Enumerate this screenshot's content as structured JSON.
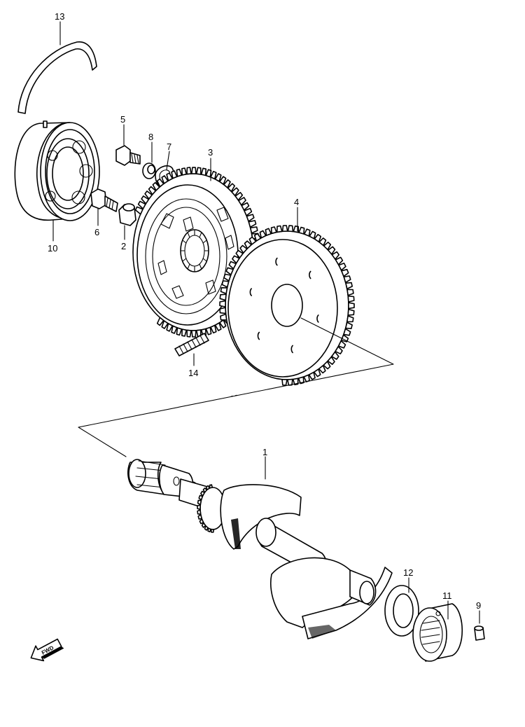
{
  "callouts": {
    "p1": "1",
    "p2": "2",
    "p3": "3",
    "p4": "4",
    "p5": "5",
    "p6": "6",
    "p7": "7",
    "p8": "8",
    "p9": "9",
    "p10": "10",
    "p11": "11",
    "p12": "12",
    "p13": "13",
    "p14": "14"
  },
  "fwd_label": "FWD",
  "icons": {
    "fwd": "fwd-arrow-icon"
  }
}
